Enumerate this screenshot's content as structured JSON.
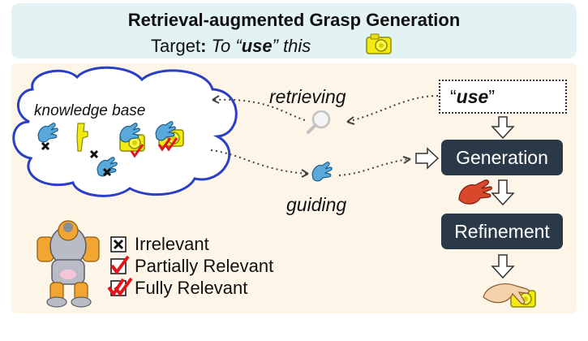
{
  "header": {
    "title": "Retrieval-augmented Grasp Generation",
    "target_prefix": "Target",
    "target_colon": ":",
    "target_to": "To “",
    "target_use": "use",
    "target_this": "”  this"
  },
  "knowledge_base": {
    "label": "knowledge base"
  },
  "retrieving": {
    "label": "retrieving"
  },
  "guiding": {
    "label": "guiding"
  },
  "query": {
    "open_quote": "“",
    "word": "use",
    "close_quote": "”"
  },
  "pipeline": {
    "generation": "Generation",
    "refinement": "Refinement"
  },
  "legend": {
    "irrelevant": "Irrelevant",
    "partially_relevant": "Partially Relevant",
    "fully_relevant": "Fully Relevant"
  },
  "colors": {
    "header_bg": "#e3f3f4",
    "panel_bg": "#fdf6e8",
    "cloud_stroke": "#2b3fc4",
    "box_fill": "#2b3848",
    "check_red": "#e0161b",
    "camera_yellow": "#f2ea12",
    "hand_blue": "#5aa9dc",
    "hand_red": "#d9482a",
    "robot_gray": "#b9bcc6",
    "robot_orange": "#f2a531"
  },
  "icons": [
    "camera-icon",
    "magnifier-icon",
    "hand-icon",
    "robot-icon",
    "cross-mark-icon",
    "check-mark-icon",
    "double-check-icon",
    "down-arrow-icon",
    "right-arrow-icon"
  ]
}
